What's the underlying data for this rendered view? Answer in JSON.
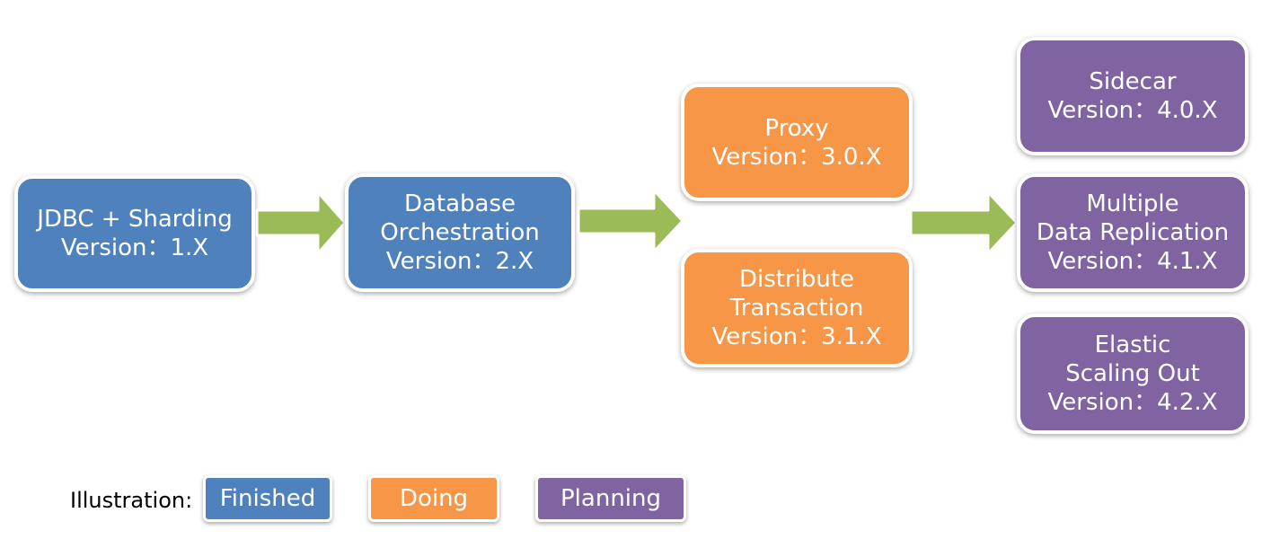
{
  "nodes": {
    "v1": {
      "lines": [
        "JDBC + Sharding",
        "Version：1.X"
      ],
      "status": "finished"
    },
    "v2": {
      "lines": [
        "Database",
        "Orchestration",
        "Version：2.X"
      ],
      "status": "finished"
    },
    "v30": {
      "lines": [
        "Proxy",
        "Version：3.0.X"
      ],
      "status": "doing"
    },
    "v31": {
      "lines": [
        "Distribute",
        "Transaction",
        "Version：3.1.X"
      ],
      "status": "doing"
    },
    "v40": {
      "lines": [
        "Sidecar",
        "Version：4.0.X"
      ],
      "status": "planning"
    },
    "v41": {
      "lines": [
        "Multiple",
        "Data Replication",
        "Version：4.1.X"
      ],
      "status": "planning"
    },
    "v42": {
      "lines": [
        "Elastic",
        "Scaling Out",
        "Version：4.2.X"
      ],
      "status": "planning"
    }
  },
  "legend": {
    "label": "Illustration:",
    "finished": "Finished",
    "doing": "Doing",
    "planning": "Planning"
  },
  "colors": {
    "finished": "#4f81bd",
    "doing": "#f79646",
    "planning": "#8064a2",
    "arrow": "#9bbb59"
  }
}
